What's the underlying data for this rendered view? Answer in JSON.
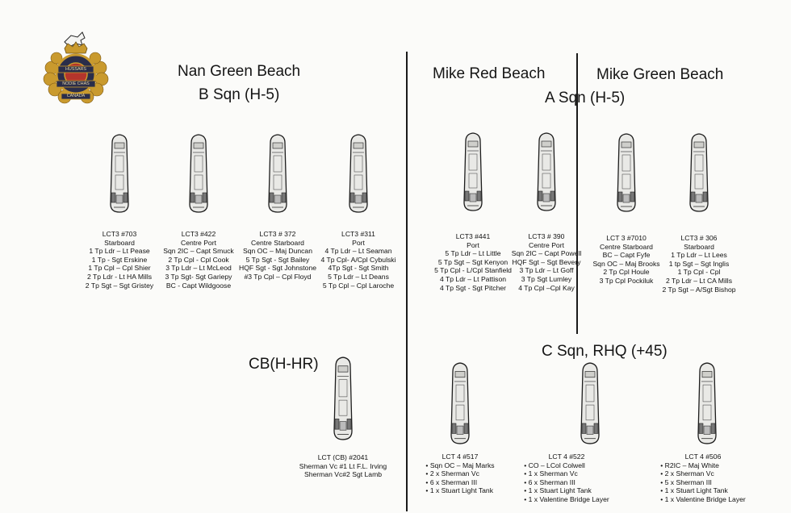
{
  "headings": {
    "nan_green": "Nan Green Beach",
    "b_sqn": "B Sqn (H-5)",
    "mike_red": "Mike Red Beach",
    "mike_green": "Mike Green Beach",
    "a_sqn": "A Sqn (H-5)",
    "cb": "CB(H-HR)",
    "c_sqn": "C Sqn, RHQ (+45)"
  },
  "badge": {
    "ribbon_top": "HUSSARS",
    "ribbon_bottom": "CANADA",
    "motto": "NODIE CHAS",
    "colors": {
      "gold": "#c99a2e",
      "dark": "#2a2d4a",
      "red": "#b4352c"
    }
  },
  "lct": [
    {
      "name": "LCT3 #703",
      "pos": "Starboard",
      "lines": [
        "1 Tp Ldr – Lt Pease",
        "1 Tp - Sgt Erskine",
        "1 Tp Cpl – Cpl Shier",
        "2 Tp Ldr - Lt HA Mills",
        "2 Tp Sgt – Sgt Gristey"
      ]
    },
    {
      "name": "LCT3 #422",
      "pos": "Centre Port",
      "lines": [
        "Sqn 2IC – Capt Smuck",
        "2 Tp Cpl - Cpl Cook",
        "3 Tp Ldr – Lt McLeod",
        "3 Tp Sgt- Sgt Gariepy",
        "BC - Capt Wildgoose"
      ]
    },
    {
      "name": "LCT3 # 372",
      "pos": "Centre Starboard",
      "lines": [
        "Sqn OC – Maj Duncan",
        "5 Tp Sgt - Sgt Bailey",
        "HQF Sgt - Sgt Johnstone",
        "#3 Tp Cpl – Cpl Floyd"
      ]
    },
    {
      "name": "LCT3 #311",
      "pos": "Port",
      "lines": [
        "4 Tp Ldr – Lt Seaman",
        "4 Tp Cpl- A/Cpl Cybulski",
        "4Tp Sgt - Sgt Smith",
        "5 Tp Ldr – Lt Deans",
        "5 Tp Cpl – Cpl Laroche"
      ]
    },
    {
      "name": "LCT3 #441",
      "pos": "Port",
      "lines": [
        "5 Tp Ldr – Lt Little",
        "5 Tp Sgt – Sgt Kenyon",
        "5 Tp Cpl - L/Cpl Stanfield",
        "4 Tp Ldr – Lt Pattison",
        "4 Tp Sgt - Sgt Pitcher"
      ]
    },
    {
      "name": "LCT3 # 390",
      "pos": "Centre Port",
      "lines": [
        "Sqn 2IC – Capt Powell",
        "HQF Sgt – Sgt Bevery",
        "3 Tp Ldr – Lt Goff",
        "3 Tp Sgt Lumley",
        "4 Tp Cpl –Cpl Kay"
      ]
    },
    {
      "name": "LCT 3 #7010",
      "pos": "Centre Starboard",
      "lines": [
        "BC – Capt Fyfe",
        "Sqn OC – Maj Brooks",
        "2 Tp Cpl Houle",
        "3 Tp Cpl Pockiluk"
      ]
    },
    {
      "name": "LCT3  # 306",
      "pos": "Starboard",
      "lines": [
        "1 Tp Ldr – Lt Lees",
        "1 tp Sgt – Sgt Inglis",
        "1 Tp Cpl - Cpl",
        "2 Tp Ldr – Lt CA Mills",
        "2 Tp Sgt – A/Sgt Bishop"
      ]
    },
    {
      "name": "LCT (CB) #2041",
      "pos": "",
      "lines": [
        "Sherman Vc #1 Lt F.L. Irving",
        "Sherman Vc#2 Sgt Lamb"
      ]
    },
    {
      "name": "LCT 4 #517",
      "pos": "",
      "lines": [
        "• Sqn OC – Maj Marks",
        "• 2 x Sherman Vc",
        "• 6 x Sherman III",
        "• 1 x Stuart Light Tank"
      ]
    },
    {
      "name": "LCT 4 #522",
      "pos": "",
      "lines": [
        "• CO – LCol Colwell",
        "• 1 x Sherman Vc",
        "• 6 x Sherman III",
        "• 1 x Stuart Light Tank",
        "• 1 x Valentine Bridge Layer"
      ]
    },
    {
      "name": "LCT 4 #506",
      "pos": "",
      "lines": [
        "• R2IC – Maj White",
        "• 2 x Sherman Vc",
        "• 5 x Sherman III",
        "• 1 x Stuart Light Tank",
        "• 1 x Valentine Bridge Layer"
      ]
    }
  ]
}
